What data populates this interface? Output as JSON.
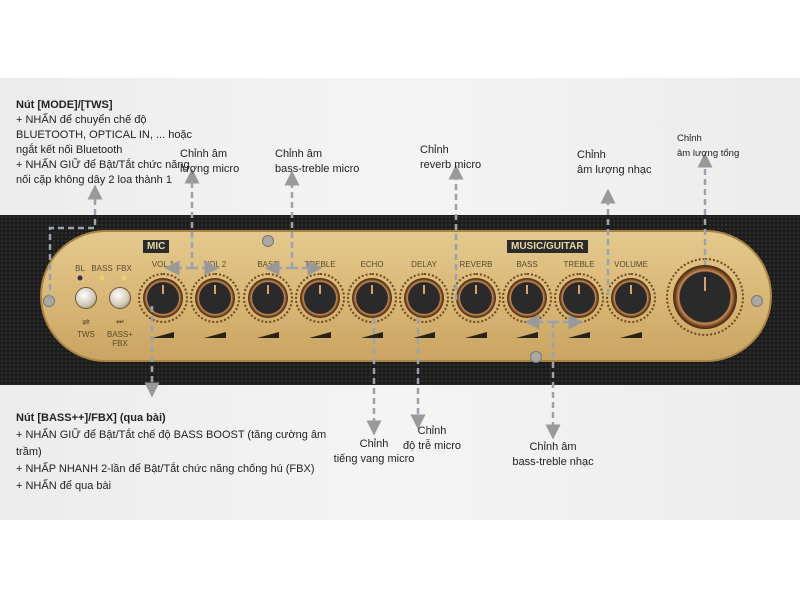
{
  "annotations": {
    "mode_tws": {
      "title": "Nút [MODE]/[TWS]",
      "lines": [
        "+ NHẤN để chuyển chế độ",
        "BLUETOOTH, OPTICAL IN, ... hoặc",
        "ngắt kết nối Bluetooth",
        "+ NHẤN GIỮ để Bật/Tắt chức năng",
        "nối cặp không dây 2 loa thành 1"
      ]
    },
    "bass_fbx": {
      "title": "Nút [BASS++]/FBX] (qua bài)",
      "lines": [
        "+ NHẤN GIỮ để Bật/Tắt chế độ BASS BOOST (tăng cường âm",
        "trầm)",
        "+ NHẤP NHANH 2-lần để Bật/Tắt chức năng chống hú (FBX)",
        "+ NHẤN để qua bài"
      ]
    },
    "mic_volume": [
      "Chỉnh âm",
      "lượng micro"
    ],
    "mic_bass_treble": [
      "Chỉnh âm",
      "bass-treble micro"
    ],
    "reverb": [
      "Chỉnh",
      "reverb micro"
    ],
    "music_volume": [
      "Chỉnh",
      "âm lượng nhạc"
    ],
    "master_volume": [
      "Chỉnh",
      "âm lượng tổng"
    ],
    "echo": [
      "Chỉnh",
      "tiếng vang micro"
    ],
    "delay": [
      "Chỉnh",
      "độ trễ micro"
    ],
    "music_bass_treble": [
      "Chỉnh âm",
      "bass-treble nhạc"
    ]
  },
  "panel": {
    "mic_tag": "MIC",
    "music_tag": "MUSIC/GUITAR",
    "leds": [
      "BL",
      "BASS",
      "FBX"
    ],
    "buttons": [
      "TWS",
      "BASS+\nFBX"
    ],
    "button_icons": [
      "tws-icon",
      "skip-next-icon"
    ],
    "knobs": [
      "VOL 1",
      "VOL 2",
      "BASS",
      "TREBLE",
      "ECHO",
      "DELAY",
      "REVERB",
      "BASS",
      "TREBLE",
      "VOLUME"
    ],
    "colors": {
      "plate": "#d9b877",
      "knob": "#2a2a2a",
      "accent": "#c98c55"
    }
  }
}
